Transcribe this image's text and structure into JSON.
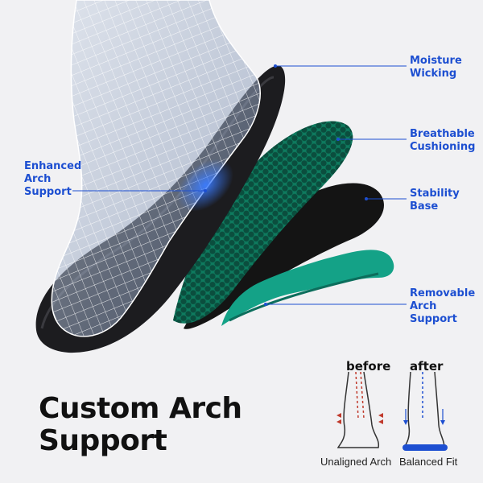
{
  "callouts": {
    "moisture": [
      "Moisture",
      "Wicking"
    ],
    "breathable": [
      "Breathable",
      "Cushioning"
    ],
    "enhanced": [
      "Enhanced",
      "Arch",
      "Support"
    ],
    "stability": [
      "Stability",
      "Base"
    ],
    "removable": [
      "Removable",
      "Arch",
      "Support"
    ]
  },
  "headline": [
    "Custom Arch",
    "Support"
  ],
  "comparison": {
    "before_label": "before",
    "after_label": "after",
    "before_caption": "Unaligned Arch",
    "after_caption": "Balanced Fit"
  },
  "colors": {
    "accent": "#1d4fd1",
    "background": "#f1f1f3",
    "cushion_green": "#0e7a5e",
    "arch_teal": "#12a08a"
  }
}
